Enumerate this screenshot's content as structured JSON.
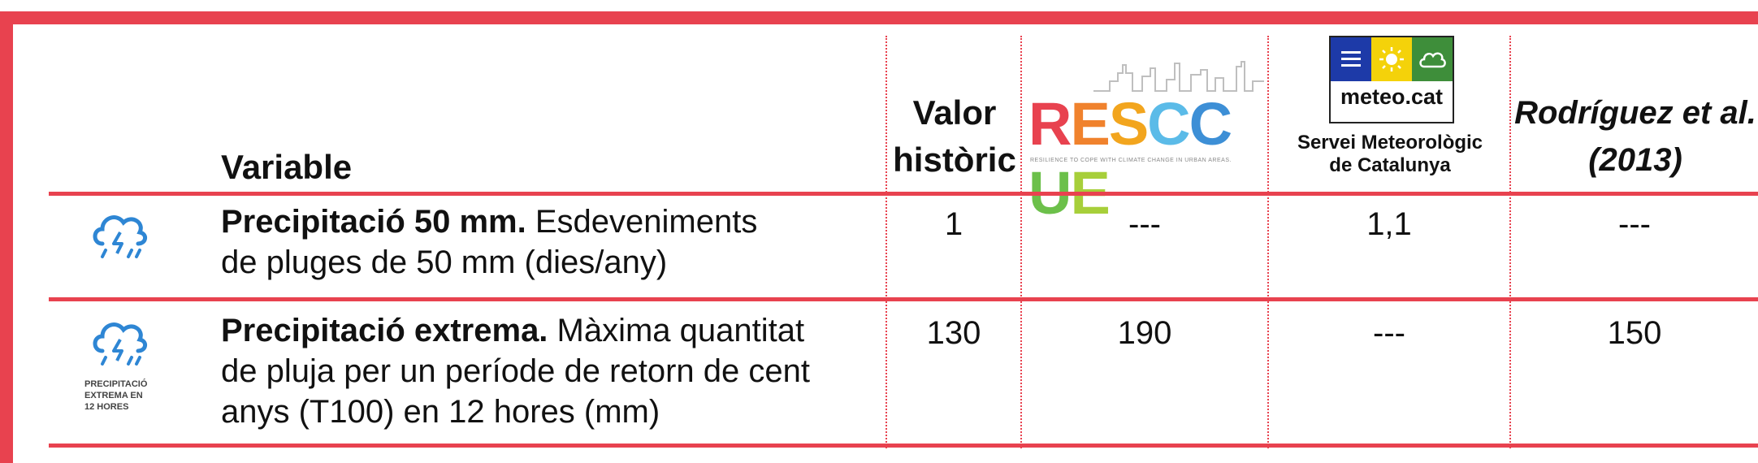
{
  "colors": {
    "accent": "#e8424f",
    "meteo_blue": "#1d3aa8",
    "meteo_yellow": "#f4d20a",
    "meteo_green": "#3e8e3a"
  },
  "header": {
    "variable": "Variable",
    "historic_line1": "Valor",
    "historic_line2": "històric",
    "rescue_logo": "RESCCUE",
    "rescue_tagline": "RESILIENCE TO COPE WITH CLIMATE CHANGE IN URBAN AREAS.",
    "meteo_logo": "meteo.cat",
    "meteo_caption_line1": "Servei Meteorològic",
    "meteo_caption_line2": "de Catalunya",
    "rodriguez_line1": "Rodríguez et al.",
    "rodriguez_line2": "(2013)"
  },
  "rows": [
    {
      "icon": "rain-storm-icon",
      "title": "Precipitació 50 mm.",
      "desc_line1": " Esdeveniments",
      "desc_line2": "de pluges de 50 mm (dies/any)",
      "historic": "1",
      "resccue": "---",
      "meteocat": "1,1",
      "rodriguez": "---"
    },
    {
      "icon": "rain-storm-icon",
      "icon_caption_line1": "PRECIPITACIÓ",
      "icon_caption_line2": "EXTREMA EN",
      "icon_caption_line3": "12 HORES",
      "title": "Precipitació extrema.",
      "desc_line1": " Màxima quantitat",
      "desc_line2": "de pluja per un període de retorn de cent",
      "desc_line3": "anys (T100) en 12 hores (mm)",
      "historic": "130",
      "resccue": "190",
      "meteocat": "---",
      "rodriguez": "150"
    }
  ]
}
